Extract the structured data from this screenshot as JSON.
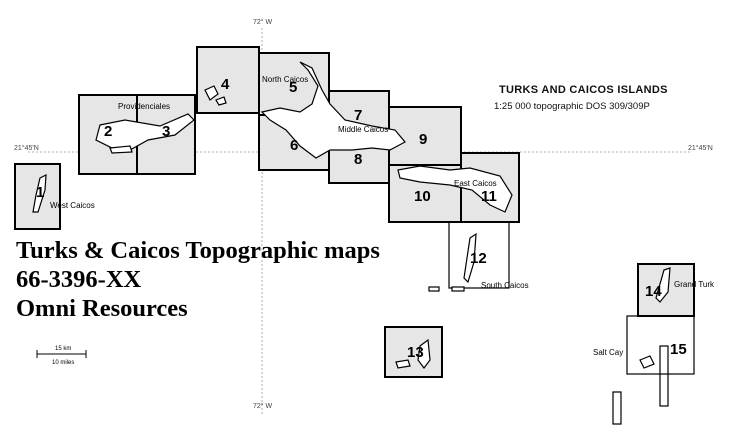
{
  "title": "TURKS AND CAICOS ISLANDS",
  "subtitle": "1:25 000 topographic DOS 309/309P",
  "overlay": {
    "line1": "Turks & Caicos Topographic maps",
    "line2": "66-3396-XX",
    "line3": "Omni Resources"
  },
  "meridian_labels": {
    "top": "72° W",
    "bottom": "72° W"
  },
  "parallel_labels": {
    "left": "21°45'N",
    "right": "21°45'N"
  },
  "scale": {
    "km": "15 km",
    "miles": "10 miles"
  },
  "places": {
    "providenciales": "Providenciales",
    "north_caicos": "North Caicos",
    "middle_caicos": "Middle Caicos",
    "east_caicos": "East Caicos",
    "west_caicos": "West Caicos",
    "south_caicos": "South Caicos",
    "grand_turk": "Grand Turk",
    "salt_cay": "Salt Cay"
  },
  "sheets": [
    "1",
    "2",
    "3",
    "4",
    "5",
    "6",
    "7",
    "8",
    "9",
    "10",
    "11",
    "12",
    "13",
    "14",
    "15"
  ]
}
